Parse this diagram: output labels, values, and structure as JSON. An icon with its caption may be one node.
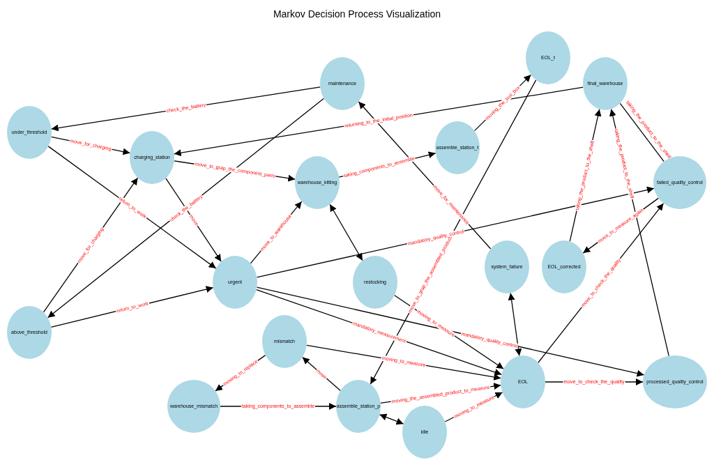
{
  "diagram": {
    "title": "Markov Decision Process Visualization",
    "nodes": [
      {
        "text": [
          "maintenance"
        ]
      },
      {
        "text": [
          "EOL_t"
        ]
      },
      {
        "text": [
          "final_warehouse"
        ]
      },
      {
        "text": [
          "under_threshold"
        ]
      },
      {
        "text": [
          "charging_station"
        ]
      },
      {
        "text": [
          "assemble_station_t"
        ]
      },
      {
        "text": [
          "warehouse_kitting"
        ]
      },
      {
        "text": [
          "failed_quality_control"
        ]
      },
      {
        "text": [
          "system_failure"
        ]
      },
      {
        "text": [
          "EOL_corrected"
        ]
      },
      {
        "text": [
          "urgent"
        ]
      },
      {
        "text": [
          "restocking"
        ]
      },
      {
        "text": [
          "above_threshold"
        ]
      },
      {
        "text": [
          "mismatch"
        ]
      },
      {
        "text": [
          "EOL"
        ]
      },
      {
        "text": [
          "processed_quality_control"
        ]
      },
      {
        "text": [
          "warehouse_mismatch"
        ]
      },
      {
        "text": [
          "assemble_station_p"
        ]
      },
      {
        "text": [
          "idle"
        ]
      }
    ],
    "edges": [
      {
        "from": 0,
        "to": 3,
        "arrow": "to",
        "label": "check_the_battery"
      },
      {
        "from": 0,
        "to": 12,
        "arrow": "to",
        "label": "check_the_battery"
      },
      {
        "from": 3,
        "to": 4,
        "arrow": "to",
        "label": "move_for_charging"
      },
      {
        "from": 12,
        "to": 4,
        "arrow": "to",
        "label": "move_for_charging"
      },
      {
        "from": 3,
        "to": 10,
        "arrow": "to",
        "label": "return_to_work"
      },
      {
        "from": 12,
        "to": 10,
        "arrow": "to",
        "label": "return_to_work"
      },
      {
        "from": 4,
        "to": 10,
        "arrow": "to",
        "label": "move"
      },
      {
        "from": 4,
        "to": 6,
        "arrow": "to",
        "label": "move_to_grap_the_component_parts"
      },
      {
        "from": 2,
        "to": 4,
        "arrow": "to",
        "label": "returning_to_the_initial_position"
      },
      {
        "from": 6,
        "to": 5,
        "arrow": "to",
        "label": "taking_components_to_assemble"
      },
      {
        "from": 5,
        "to": 1,
        "arrow": "to",
        "label": "moving_the_tool_box"
      },
      {
        "from": 1,
        "to": 17,
        "arrow": "to",
        "label": "move_to_grap_the_assembled_product"
      },
      {
        "from": 8,
        "to": 0,
        "arrow": "to",
        "label": "move_for_maintenance"
      },
      {
        "from": 10,
        "to": 6,
        "arrow": "to",
        "label": "move_to_warehouse"
      },
      {
        "from": 6,
        "to": 11,
        "arrow": "both"
      },
      {
        "from": 10,
        "to": 7,
        "arrow": "to",
        "label": "mandatory_quality_control"
      },
      {
        "from": 10,
        "to": 14,
        "arrow": "to",
        "label": "mandatory_measurement"
      },
      {
        "from": 10,
        "to": 15,
        "arrow": "to",
        "label": "mandatory_quality_control"
      },
      {
        "from": 11,
        "to": 14,
        "arrow": "to",
        "label": "moving_to_measure"
      },
      {
        "from": 13,
        "to": 14,
        "arrow": "to",
        "label": "moving_to_measure"
      },
      {
        "from": 13,
        "to": 16,
        "arrow": "to",
        "label": "moving_to_replace"
      },
      {
        "from": 16,
        "to": 17,
        "arrow": "to",
        "label": "taking_components_to_assemble"
      },
      {
        "from": 17,
        "to": 13,
        "arrow": "to",
        "label": "move"
      },
      {
        "from": 17,
        "to": 14,
        "arrow": "to",
        "label": "moving_the_assembled_product_to_measure"
      },
      {
        "from": 17,
        "to": 18,
        "arrow": "both"
      },
      {
        "from": 18,
        "to": 14,
        "arrow": "to",
        "label": "moving_to_measure"
      },
      {
        "from": 8,
        "to": 14,
        "arrow": "both"
      },
      {
        "from": 14,
        "to": 7,
        "arrow": "to",
        "label": "move_to_check_the_quality"
      },
      {
        "from": 14,
        "to": 15,
        "arrow": "to",
        "label": "move_to_check_the_quality"
      },
      {
        "from": 7,
        "to": 9,
        "arrow": "to",
        "label": "move_to_measure_again"
      },
      {
        "from": 9,
        "to": 2,
        "arrow": "to",
        "label": "taking_the_product_to_the_shelf"
      },
      {
        "from": 15,
        "to": 2,
        "arrow": "to",
        "label": "taking_the_product_to_the_shelf"
      },
      {
        "from": 2,
        "to": 7,
        "arrow": "none",
        "label": "taking_the_product_to_the_shelf"
      }
    ]
  }
}
